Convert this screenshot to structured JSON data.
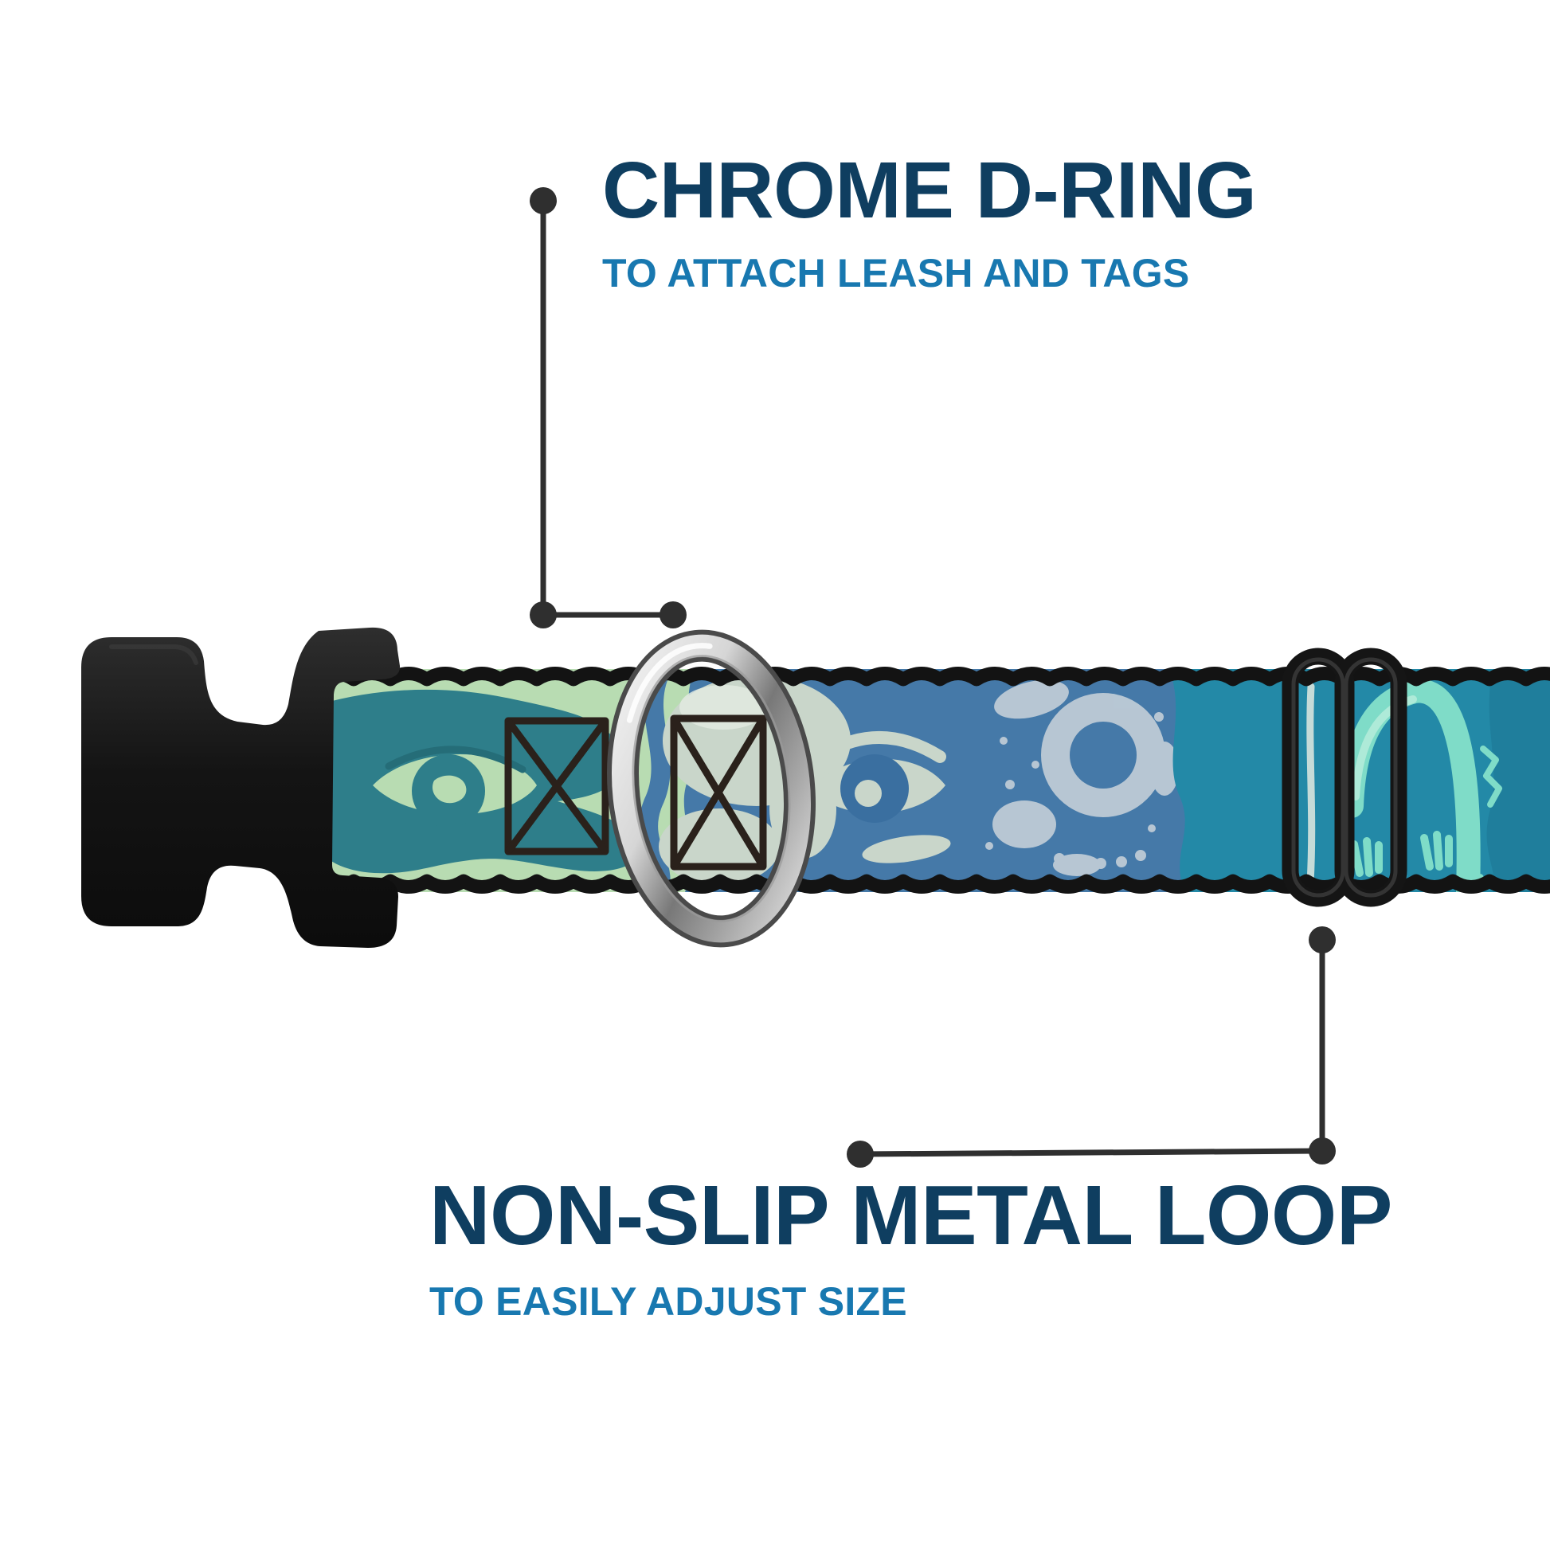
{
  "callouts": {
    "dring": {
      "title": "CHROME D-RING",
      "subtitle": "TO ATTACH LEASH AND TAGS"
    },
    "loop": {
      "title": "NON-SLIP METAL LOOP",
      "subtitle": "TO EASILY ADJUST SIZE"
    }
  },
  "colors": {
    "background": "#ffffff",
    "headline": "#0f3e60",
    "subtitle": "#1878b0",
    "connector": "#2f2f2f",
    "buckle_light": "#2e2e2e",
    "buckle_dark": "#141414",
    "slider": "#151515",
    "edge": "#131313",
    "mint": "#b8dcb2",
    "teal_blob": "#2e7e8a",
    "teal_dark": "#256d78",
    "steel_blue": "#4579a8",
    "deep_blue": "#3a6fa0",
    "pale_sage": "#c9d6ca",
    "pale_gray": "#bccad5",
    "right_teal": "#2389a7",
    "right_teal_dark": "#1f7e9c",
    "aqua": "#7fdcc8",
    "aqua_light": "#aeead8",
    "stitch": "#2a211b",
    "chrome_light": "#f6f6f6",
    "chrome_mid": "#a8a8a8",
    "chrome_dark": "#787878",
    "chrome_rim": "#4a4a4a"
  }
}
